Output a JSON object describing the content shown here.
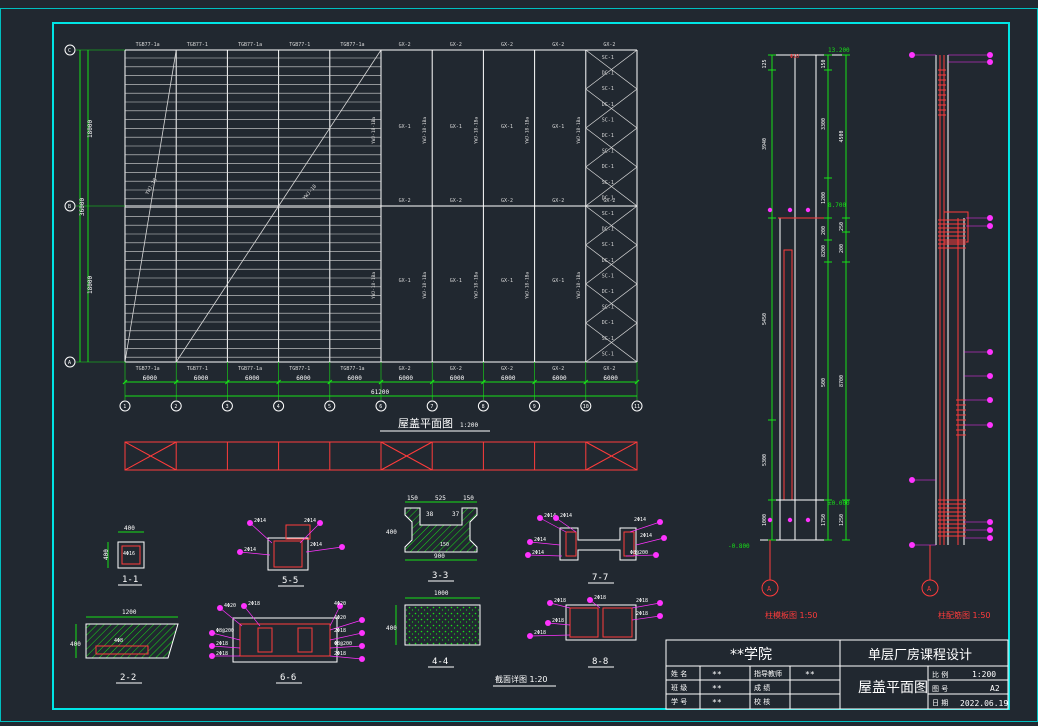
{
  "colors": {
    "background": "#212830",
    "frame": "#00e5e5",
    "grid": "#ffffff",
    "member": "#d8d8d8",
    "dimension": "#18e018",
    "rebar": "#ff3b3b",
    "marker": "#ff33ff",
    "hatch": "#18e018"
  },
  "plan": {
    "title": "屋盖平面图",
    "title_scale": "1:200",
    "row_axes": [
      "C",
      "B",
      "A"
    ],
    "column_axes": [
      "1",
      "2",
      "3",
      "4",
      "5",
      "6",
      "7",
      "8",
      "9",
      "10",
      "11"
    ],
    "bay_dims": [
      "6000",
      "6000",
      "6000",
      "6000",
      "6000",
      "6000",
      "6000",
      "6000",
      "6000",
      "6000"
    ],
    "total_dim": "61200",
    "left_dims": [
      "18000",
      "36000",
      "18000"
    ],
    "top_tags_left": [
      "TGB77-1a",
      "TGB77-1",
      "TGB77-1a",
      "TGB77-1",
      "TGB77-1a"
    ],
    "bottom_tags_left": [
      "TGB77-1a",
      "TGB77-1",
      "TGB77-1a",
      "TGB77-1",
      "TGB77-1a"
    ],
    "gx_row_top": [
      "GX-2",
      "GX-2",
      "GX-2",
      "GX-2",
      "GX-2"
    ],
    "gx_row_mid": [
      "GX-2",
      "GX-2",
      "GX-2",
      "GX-2",
      "GX-2"
    ],
    "gx_row_bot": [
      "GX-2",
      "GX-2",
      "GX-2",
      "GX-2",
      "GX-2"
    ],
    "gx_row_1": [
      "GX-1",
      "GX-1",
      "GX-1",
      "GX-1"
    ],
    "gx_row_2": [
      "GX-1",
      "GX-1",
      "GX-1",
      "GX-1"
    ],
    "ywj_label": "YWJ-18-1Ba",
    "diag_label_1": "YWJ-18",
    "diag_label_2": "YWJ-18",
    "sc_labels": [
      "SC-1",
      "DC-1",
      "SC-1",
      "DC-1",
      "SC-1",
      "DC-1",
      "SC-1",
      "DC-1",
      "SC-1",
      "DC-1",
      "SC-1",
      "DC-1",
      "SC-1",
      "DC-1",
      "SC-1",
      "DC-1",
      "SC-1",
      "DC-1",
      "SC-1",
      "SC-1"
    ]
  },
  "sections": {
    "s11": {
      "label": "1-1",
      "dim_w": "400",
      "dim_h": "400",
      "note": "4Φ16"
    },
    "s22": {
      "label": "2-2",
      "dim_w": "1200",
      "dim_h": "400",
      "note": "4Φ8"
    },
    "s33": {
      "label": "3-3",
      "dims_top": [
        "150",
        "525",
        "150"
      ],
      "inner": [
        "38",
        "37"
      ],
      "dim_w": "900",
      "dim_h": "400",
      "dim_side": "150"
    },
    "s44": {
      "label": "4-4",
      "dim_w": "1000",
      "dim_h": "400"
    },
    "s55": {
      "label": "5-5",
      "notes": [
        "2Φ14",
        "2Φ14",
        "2Φ14",
        "2Φ14"
      ]
    },
    "s66": {
      "label": "6-6",
      "notes": [
        "4Φ20",
        "2Φ18",
        "4Φ20",
        "4Φ20",
        "2Φ18",
        "Φ8@200",
        "Φ8@200",
        "2Φ18",
        "2Φ18",
        "2Φ18"
      ]
    },
    "s77": {
      "label": "7-7",
      "notes": [
        "2Φ14",
        "2Φ14",
        "2Φ14",
        "2Φ14",
        "2Φ14",
        "2Φ14",
        "Φ8@200"
      ]
    },
    "s88": {
      "label": "8-8",
      "notes": [
        "2Φ18",
        "2Φ18",
        "2Φ18",
        "2Φ18",
        "2Φ18",
        "2Φ18"
      ]
    },
    "title": "截面详图 1:20"
  },
  "column_elevation": {
    "title": "柱模板图 1:50",
    "dims_left": [
      "125",
      "3940",
      "5450",
      "5300",
      "1000"
    ],
    "dims_mid": [
      "150",
      "3300",
      "1200",
      "200",
      "8200",
      "500",
      "1750"
    ],
    "dims_right": [
      "4500",
      "250",
      "200",
      "8700",
      "1250"
    ],
    "elev_top": "13.200",
    "elev_mid": "8.700",
    "elev_bot": "±0.000",
    "elev_base": "-0.800",
    "axis": "A"
  },
  "rebar_elevation": {
    "title": "柱配筋图 1:50",
    "axis": "A"
  },
  "title_block": {
    "school": "**学院",
    "project": "单层厂房课程设计",
    "drawing": "屋盖平面图",
    "row_labels": [
      "姓  名",
      "班  级",
      "学  号"
    ],
    "row_values": [
      "**",
      "**",
      "**"
    ],
    "mid_labels": [
      "指导教师",
      "成  绩",
      "校  核"
    ],
    "mid_values": [
      "**",
      "",
      ""
    ],
    "scale_label": "比 例",
    "scale_value": "1:200",
    "sheet_label": "图 号",
    "sheet_value": "A2",
    "date_label": "日 期",
    "date_value": "2022.06.19"
  }
}
